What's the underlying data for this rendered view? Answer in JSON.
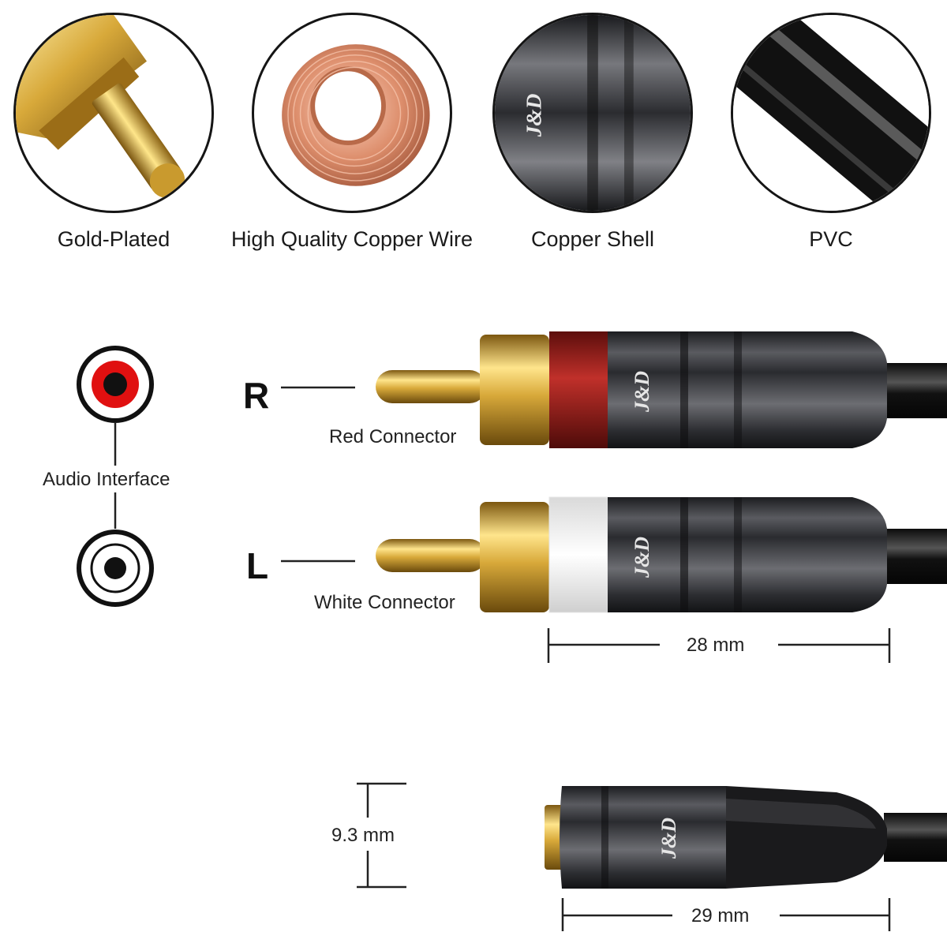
{
  "features": [
    {
      "label": "Gold-Plated",
      "icon": "gold-pin-icon"
    },
    {
      "label": "High Quality Copper Wire",
      "icon": "copper-coil-icon"
    },
    {
      "label": "Copper Shell",
      "icon": "shell-closeup-icon"
    },
    {
      "label": "PVC",
      "icon": "pvc-cable-icon"
    }
  ],
  "diagram": {
    "interface_label": "Audio Interface",
    "right_channel": "R",
    "left_channel": "L",
    "red_connector": "Red Connector",
    "white_connector": "White Connector",
    "rca_length": "28 mm",
    "jack_diameter": "9.3 mm",
    "jack_length": "29 mm",
    "brand": "J&D"
  },
  "colors": {
    "gold": "#d8a93a",
    "red_band": "#b0231f",
    "white_band": "#f4f4f4",
    "shell": "#3b3c40",
    "copper": "#d9896a"
  }
}
